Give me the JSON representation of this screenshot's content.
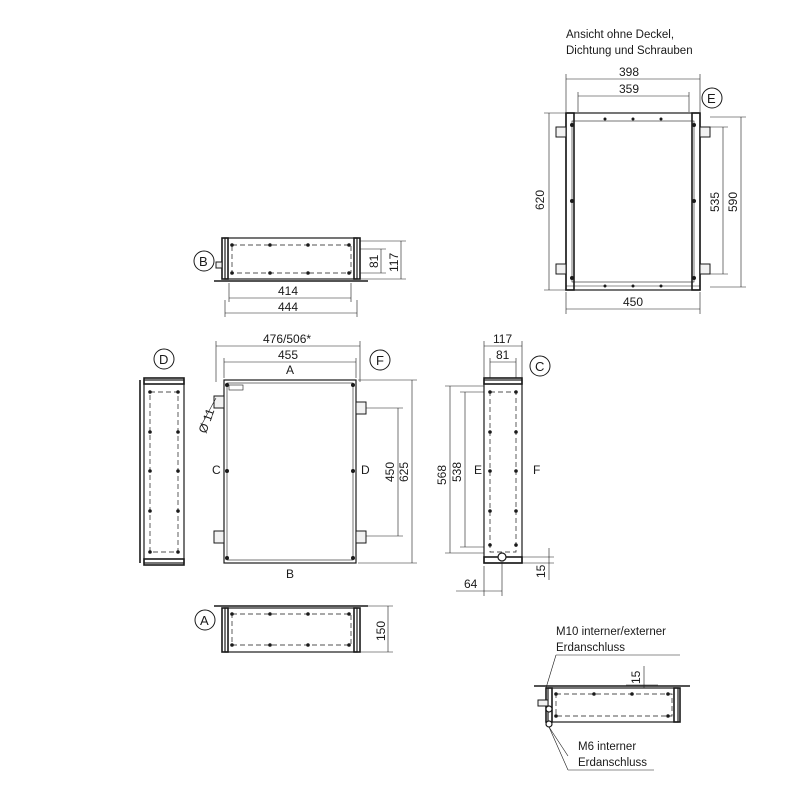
{
  "colors": {
    "ink": "#1a1a1a",
    "background": "#ffffff"
  },
  "notes": {
    "top_right_line1": "Ansicht ohne Deckel,",
    "top_right_line2": "Dichtung und Schrauben",
    "m10_line1": "M10 interner/externer",
    "m10_line2": "Erdanschluss",
    "m6_line1": "M6 interner",
    "m6_line2": "Erdanschluss"
  },
  "views": {
    "A": "A",
    "B": "B",
    "C": "C",
    "D": "D",
    "E": "E",
    "F": "F"
  },
  "edge_labels": {
    "top": "A",
    "bottom": "B",
    "left": "C",
    "right": "D",
    "side_left": "E",
    "side_right": "F"
  },
  "dims": {
    "e_398": "398",
    "e_359": "359",
    "e_620": "620",
    "e_535": "535",
    "e_590": "590",
    "e_450": "450",
    "b_81": "81",
    "b_117": "117",
    "b_414": "414",
    "b_444": "444",
    "f_476": "476/506*",
    "f_455": "455",
    "f_450": "450",
    "f_625": "625",
    "f_hole": "Ø 11",
    "c_117": "117",
    "c_81": "81",
    "c_568": "568",
    "c_538": "538",
    "c_15": "15",
    "c_64": "64",
    "a_150": "150",
    "g_15": "15"
  }
}
